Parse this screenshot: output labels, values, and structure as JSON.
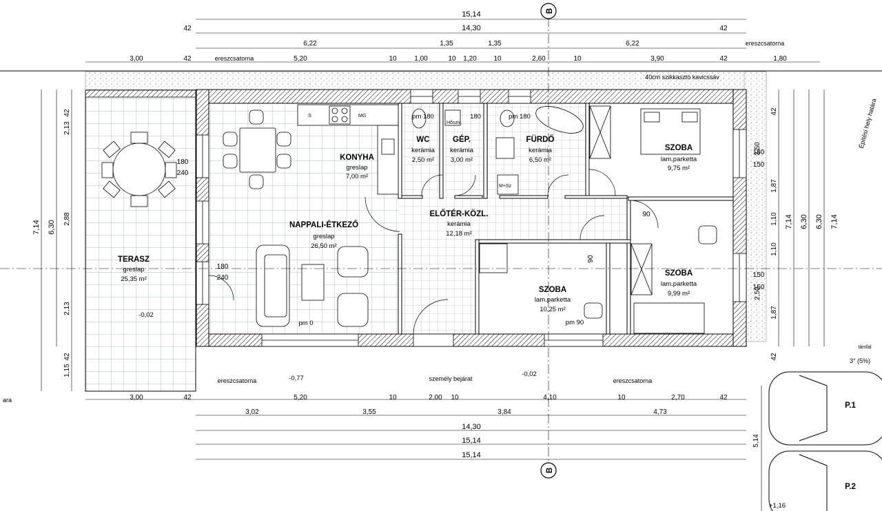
{
  "rooms": {
    "konyha": {
      "name": "KONYHA",
      "floor": "greslap",
      "area": "7,00 m²"
    },
    "wc": {
      "name": "WC",
      "floor": "kerámia",
      "area": "2,50 m²"
    },
    "gep": {
      "name": "GÉP.",
      "floor": "kerámia",
      "area": "3,00 m²"
    },
    "furdo": {
      "name": "FÜRDŐ",
      "floor": "kerámia",
      "area": "6,50 m²"
    },
    "szoba1": {
      "name": "SZOBA",
      "floor": "lam.parketta",
      "area": "9,75 m²"
    },
    "nappali": {
      "name": "NAPPALI-ÉTKEZŐ",
      "floor": "greslap",
      "area": "26,50 m²"
    },
    "eloter": {
      "name": "ELŐTÉR-KÖZL.",
      "floor": "kerámia",
      "area": "12,18 m²"
    },
    "szoba2": {
      "name": "SZOBA",
      "floor": "lam.parketta",
      "area": "10,25 m²"
    },
    "szoba3": {
      "name": "SZOBA",
      "floor": "lam.parketta",
      "area": "9,99 m²"
    },
    "terasz": {
      "name": "TERASZ",
      "floor": "greslap",
      "area": "25,35 m²"
    }
  },
  "levels": {
    "pm0_nappali": "pm 0",
    "pm90_szoba": "pm 90",
    "pm180_wc": "pm 180",
    "pm180_gep": "180",
    "pm180_furdo": "pm 180",
    "ext_level_1": "-0,77",
    "ext_level_2": "-0,02",
    "ext_level_3": "-0,02",
    "ext_level_4": "+1,16"
  },
  "labels": {
    "gravel": "40cm szikkasztó kavicssáv",
    "gutter": "ereszcsatorna",
    "entrance": "személy bejárat",
    "build_limit": "Építési hely határa",
    "parking_1": "P.1",
    "parking_2": "P.2",
    "section_mark": "B",
    "slope": "3° (5%)",
    "support_wall": "támfal",
    "sink_s": "S",
    "mg": "MG",
    "heater": "Hősziv.",
    "mosogep": "M+Sz",
    "left_edge": "ara"
  },
  "dims": {
    "top_total_outer": "15,14",
    "top_total_inner": "14,30",
    "top_wall": "42",
    "top_seg_6_22a": "6,22",
    "top_seg_1_35a": "1,35",
    "top_seg_1_35b": "1,35",
    "top_seg_6_22b": "6,22",
    "row3": [
      "3,00",
      "42",
      "5,20",
      "10",
      "1,00",
      "10",
      "1,20",
      "10",
      "2,60",
      "10",
      "3,90",
      "42",
      "1,80"
    ],
    "bottom_row1": [
      "3,00",
      "42",
      "5,20",
      "10",
      "2,00",
      "10",
      "4,10",
      "10",
      "2,70",
      "42"
    ],
    "bottom_row2": [
      "3,02",
      "3,55",
      "3,84",
      "4,73"
    ],
    "bottom_inner": "14,30",
    "bottom_outer1": "15,14",
    "bottom_outer2": "15,14",
    "left_outer": "7,14",
    "left_inner": "6,30",
    "left_segs": [
      "42",
      "2,13",
      "2,88",
      "2,13",
      "42",
      "1,15"
    ],
    "right_segs": [
      "42",
      "1,87",
      "1,10",
      "1,10",
      "1,87",
      "42"
    ],
    "right_outer": "7,14",
    "right_inner": "6,30",
    "right_6_30": "6,30",
    "right_7_14": "7,14",
    "right_3_50": "3,50",
    "right_2_50": "2,50",
    "right_5_14": "5,14",
    "window_labels": [
      "180",
      "240",
      "180",
      "240",
      "150",
      "150",
      "150",
      "150",
      "90",
      "90"
    ]
  }
}
